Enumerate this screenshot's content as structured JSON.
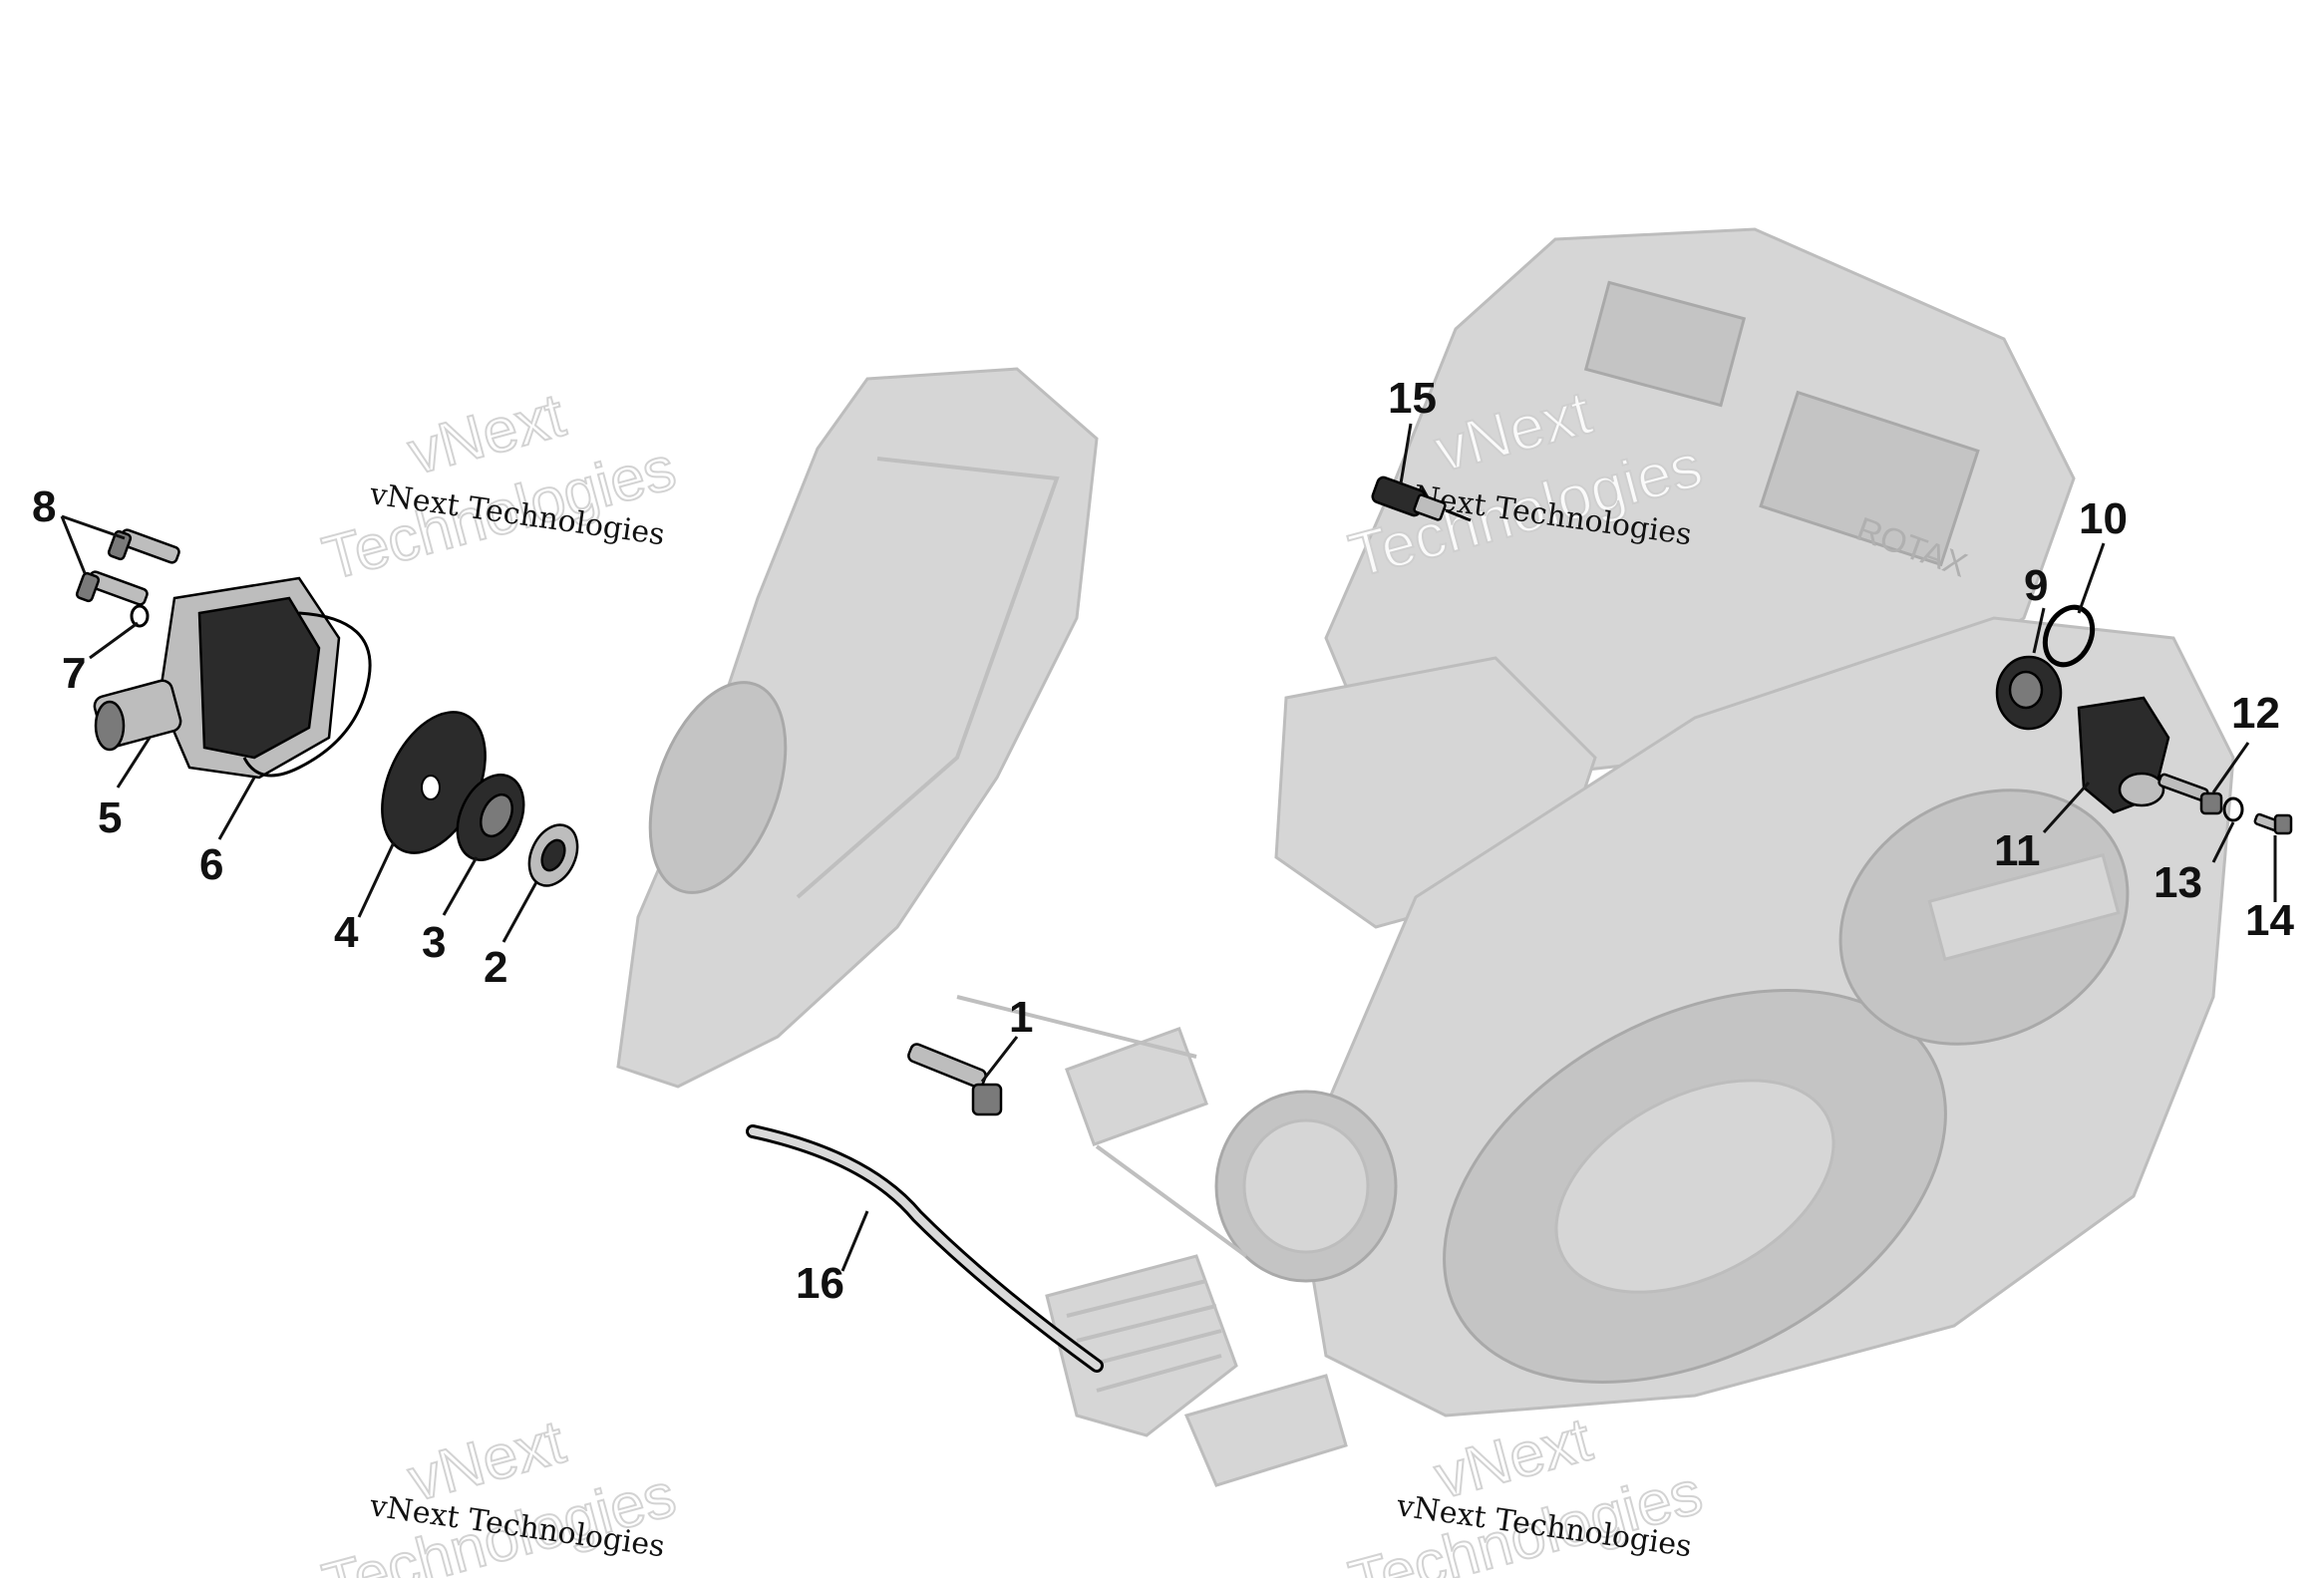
{
  "watermark": {
    "brand_line1": "vNext",
    "brand_line2": "Technologies",
    "caption": "vNext Technologies"
  },
  "callouts": [
    {
      "id": "1",
      "label": "1"
    },
    {
      "id": "2",
      "label": "2"
    },
    {
      "id": "3",
      "label": "3"
    },
    {
      "id": "4",
      "label": "4"
    },
    {
      "id": "5",
      "label": "5"
    },
    {
      "id": "6",
      "label": "6"
    },
    {
      "id": "7",
      "label": "7"
    },
    {
      "id": "8",
      "label": "8"
    },
    {
      "id": "9",
      "label": "9"
    },
    {
      "id": "10",
      "label": "10"
    },
    {
      "id": "11",
      "label": "11"
    },
    {
      "id": "12",
      "label": "12"
    },
    {
      "id": "13",
      "label": "13"
    },
    {
      "id": "14",
      "label": "14"
    },
    {
      "id": "15",
      "label": "15"
    },
    {
      "id": "16",
      "label": "16"
    }
  ],
  "engine_marking": "ROTAX",
  "colors": {
    "background": "#ffffff",
    "ghost_engine": "#d6d6d6",
    "part_dark": "#2b2b2b",
    "callout_text": "#111111"
  }
}
